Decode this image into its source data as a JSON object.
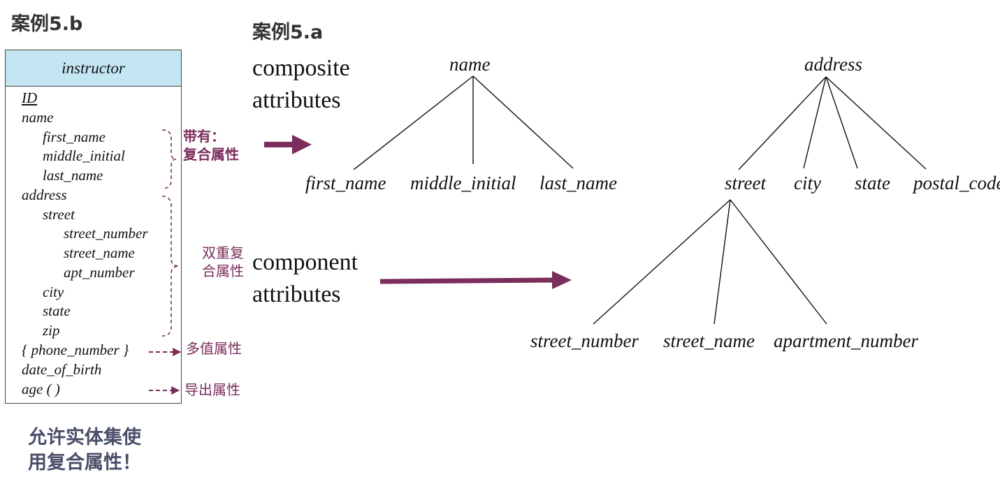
{
  "titles": {
    "case_b": "案例5.b",
    "case_a": "案例5.a"
  },
  "labels": {
    "composite_line1": "composite",
    "composite_line2": "attributes",
    "component_line1": "component",
    "component_line2": "attributes"
  },
  "entity": {
    "name": "instructor",
    "attributes": [
      "ID",
      "name",
      "first_name",
      "middle_initial",
      "last_name",
      "address",
      "street",
      "street_number",
      "street_name",
      "apt_number",
      "city",
      "state",
      "zip",
      "{ phone_number }",
      "date_of_birth",
      "age ( )"
    ]
  },
  "notes": {
    "composite_l1": "带有：",
    "composite_l2": "复合属性",
    "double_l1": "双重复",
    "double_l2": "合属性",
    "multivalued": "多值属性",
    "derived": "导出属性",
    "footer_l1": "允许实体集使",
    "footer_l2": "用复合属性！"
  },
  "tree_name": {
    "root": "name",
    "children": [
      "first_name",
      "middle_initial",
      "last_name"
    ]
  },
  "tree_address": {
    "root": "address",
    "children": [
      "street",
      "city",
      "state",
      "postal_code"
    ],
    "street_children": [
      "street_number",
      "street_name",
      "apartment_number"
    ]
  },
  "colors": {
    "accent": "#7b2d5b",
    "header_bg": "#c3e6f2"
  }
}
